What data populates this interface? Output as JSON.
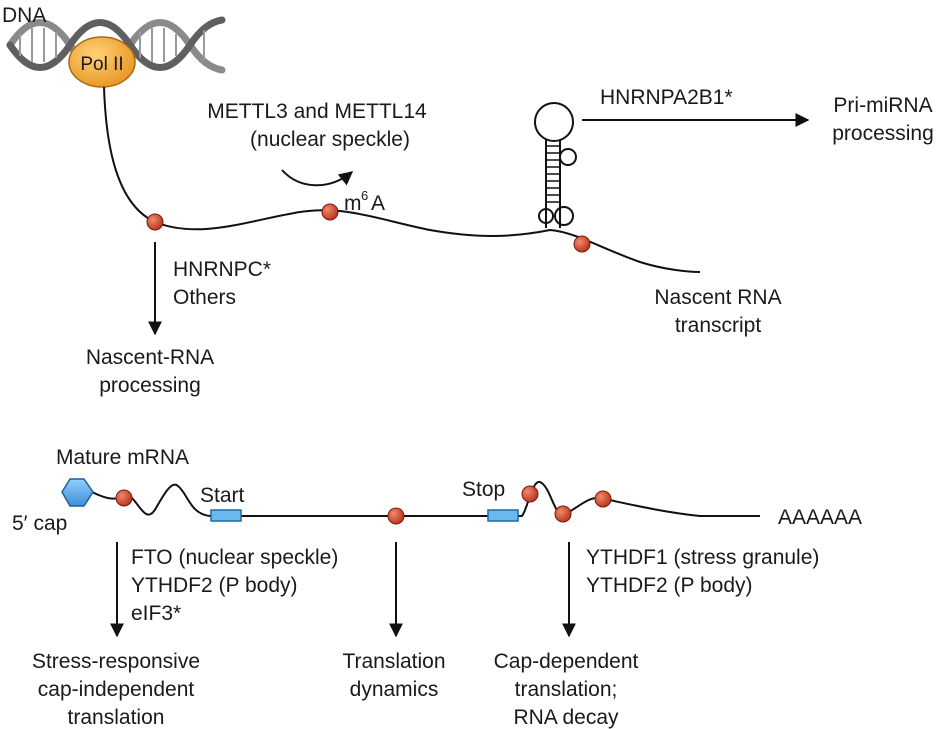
{
  "top": {
    "dna_label": "DNA",
    "pol_label": "Pol II",
    "writers_line1": "METTL3 and METTL14",
    "writers_line2": "(nuclear speckle)",
    "m6a_base": "m",
    "m6a_sup": "6",
    "m6a_end": "A",
    "hnrnpa2b1": "HNRNPA2B1*",
    "primirna_line1": "Pri-miRNA",
    "primirna_line2": "processing",
    "hnrnpc": "HNRNPC*",
    "others": "Others",
    "nascent_proc_line1": "Nascent-RNA",
    "nascent_proc_line2": "processing",
    "nascent_rna_line1": "Nascent RNA",
    "nascent_rna_line2": "transcript"
  },
  "bottom": {
    "mature_mrna": "Mature mRNA",
    "cap": "5′ cap",
    "start": "Start",
    "stop": "Stop",
    "polya": "AAAAAA",
    "fto": "FTO (nuclear speckle)",
    "ythdf2_a": "YTHDF2 (P body)",
    "eif3": "eIF3*",
    "stress_line1": "Stress-responsive",
    "stress_line2": "cap-independent",
    "stress_line3": "translation",
    "dyn_line1": "Translation",
    "dyn_line2": "dynamics",
    "ythdf1": "YTHDF1 (stress granule)",
    "ythdf2_b": "YTHDF2 (P body)",
    "capdep_line1": "Cap-dependent",
    "capdep_line2": "translation;",
    "capdep_line3": "RNA decay"
  },
  "colors": {
    "m6a_dot": "#c0392b",
    "pol_fill": "#f0a030",
    "cap_fill": "#5aa9e6",
    "codon_fill": "#6ab8ec",
    "dna_strand": "#8a8a8a"
  }
}
